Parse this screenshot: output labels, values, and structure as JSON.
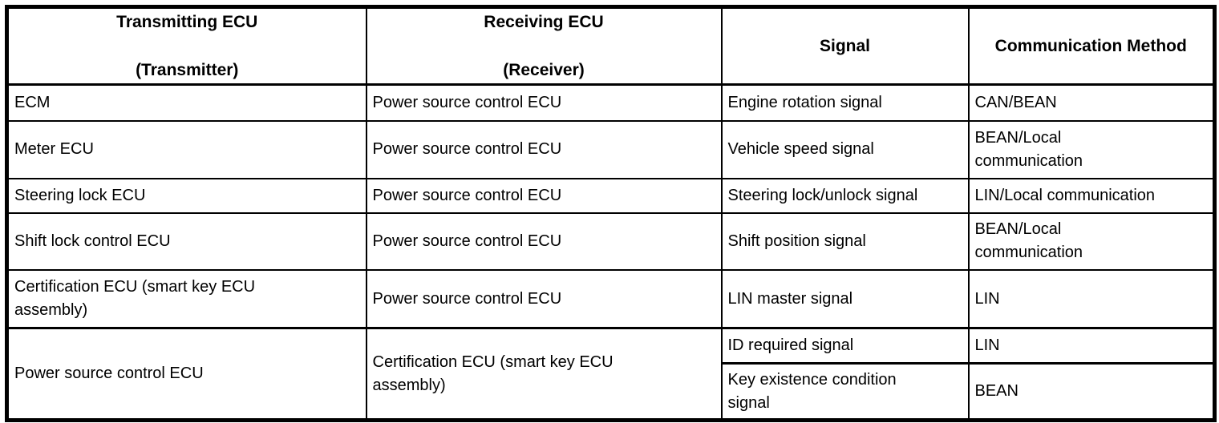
{
  "table": {
    "headers": [
      "Transmitting ECU\n\n(Transmitter)",
      "Receiving ECU\n\n(Receiver)",
      "Signal",
      "Communication Method"
    ],
    "rows": [
      {
        "transmitter": "ECM",
        "receiver": "Power source control ECU",
        "signal": "Engine rotation signal",
        "method": "CAN/BEAN"
      },
      {
        "transmitter": "Meter ECU",
        "receiver": "Power source control ECU",
        "signal": "Vehicle speed signal",
        "method": "BEAN/Local\ncommunication"
      },
      {
        "transmitter": "Steering lock ECU",
        "receiver": "Power source control ECU",
        "signal": "Steering lock/unlock signal",
        "method": "LIN/Local communication"
      },
      {
        "transmitter": "Shift lock control ECU",
        "receiver": "Power source control ECU",
        "signal": "Shift position signal",
        "method": "BEAN/Local\ncommunication"
      },
      {
        "transmitter": "Certification ECU (smart key ECU\nassembly)",
        "receiver": "Power source control ECU",
        "signal": "LIN master signal",
        "method": "LIN"
      },
      {
        "transmitter": "Power source control ECU",
        "receiver": "Certification ECU (smart key ECU\nassembly)",
        "signals": [
          {
            "signal": "ID required signal",
            "method": "LIN"
          },
          {
            "signal": "Key existence condition\nsignal",
            "method": "BEAN"
          }
        ]
      }
    ],
    "colors": {
      "border": "#000000",
      "text": "#000000",
      "background": "#ffffff"
    }
  }
}
